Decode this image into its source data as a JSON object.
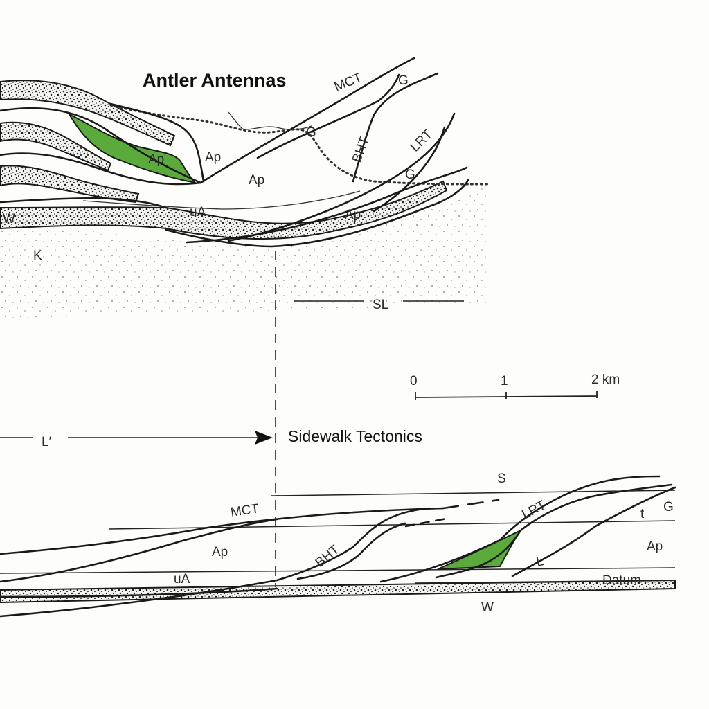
{
  "titles": {
    "upper": "Antler Antennas",
    "lower": "Sidewalk Tectonics"
  },
  "colors": {
    "accent_green": "#5aaa3c",
    "stipple": "#555555",
    "line": "#1a1a1a"
  },
  "upper_labels": {
    "mct": "MCT",
    "g1": "G",
    "g2": "G",
    "g3": "G",
    "bht": "BHT",
    "lrt": "LRT",
    "ap_green": "Ap",
    "ap1": "Ap",
    "ap2": "Ap",
    "ap3": "Ap",
    "ua": "uA",
    "w": "W",
    "k": "K",
    "sl": "SL"
  },
  "scale_bar": {
    "tick0": "0",
    "tick1": "1",
    "tick2": "2 km"
  },
  "arrow": {
    "label": "L′"
  },
  "lower_labels": {
    "s": "S",
    "mct": "MCT",
    "lrt": "LRT",
    "t": "t",
    "g": "G",
    "ap1": "Ap",
    "ap2": "Ap",
    "bht": "BHT",
    "l": "L",
    "ua": "uA",
    "datum": "Datum",
    "w": "W"
  }
}
